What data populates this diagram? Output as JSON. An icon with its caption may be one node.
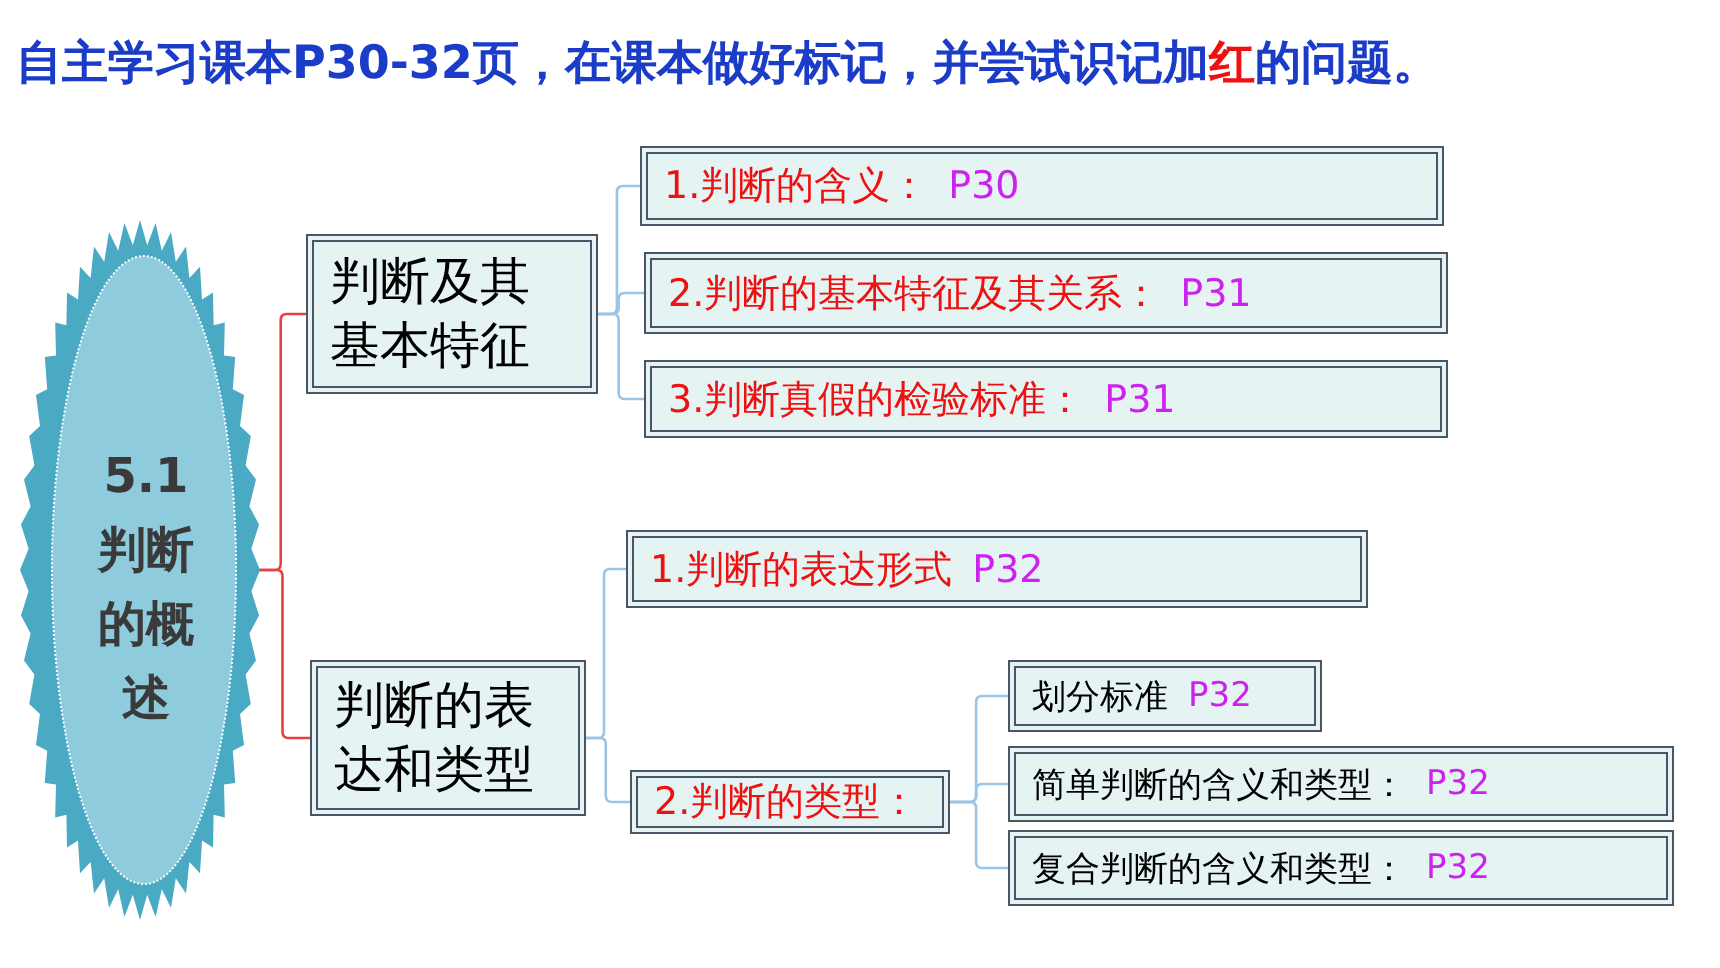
{
  "diagram": {
    "title": "自主学习课本P30-32页，在课本做好标记，并尝试识记加**红**的问题。",
    "nodes": [
      {
        "text": [
          "5.1判断的概述"
        ]
      },
      {
        "text": [
          "判断及其基本特征"
        ]
      },
      {
        "text": [
          "1.判断的含义：",
          "P30"
        ]
      },
      {
        "text": [
          "2.判断的基本特征及其关系：",
          "P31"
        ]
      },
      {
        "text": [
          "3.判断真假的检验标准：",
          "P31"
        ]
      },
      {
        "text": [
          "判断的表达和类型"
        ]
      },
      {
        "text": [
          "1.判断的表达形式",
          "P32"
        ]
      },
      {
        "text": [
          "2.判断的类型："
        ]
      },
      {
        "text": [
          "划分标准",
          "P32"
        ]
      },
      {
        "text": [
          "简单判断的含义和类型：",
          "P32"
        ]
      },
      {
        "text": [
          "复合判断的含义和类型：",
          "P32"
        ]
      }
    ],
    "edges": [
      {
        "from": 0,
        "to": 1,
        "arrow": "none",
        "color": "#e84040"
      },
      {
        "from": 0,
        "to": 5,
        "arrow": "none",
        "color": "#e84040"
      },
      {
        "from": 1,
        "to": 2,
        "arrow": "none"
      },
      {
        "from": 1,
        "to": 3,
        "arrow": "none"
      },
      {
        "from": 1,
        "to": 4,
        "arrow": "none"
      },
      {
        "from": 5,
        "to": 6,
        "arrow": "none"
      },
      {
        "from": 5,
        "to": 7,
        "arrow": "none"
      },
      {
        "from": 7,
        "to": 8,
        "arrow": "none"
      },
      {
        "from": 7,
        "to": 9,
        "arrow": "none"
      },
      {
        "from": 7,
        "to": 10,
        "arrow": "none"
      }
    ]
  }
}
